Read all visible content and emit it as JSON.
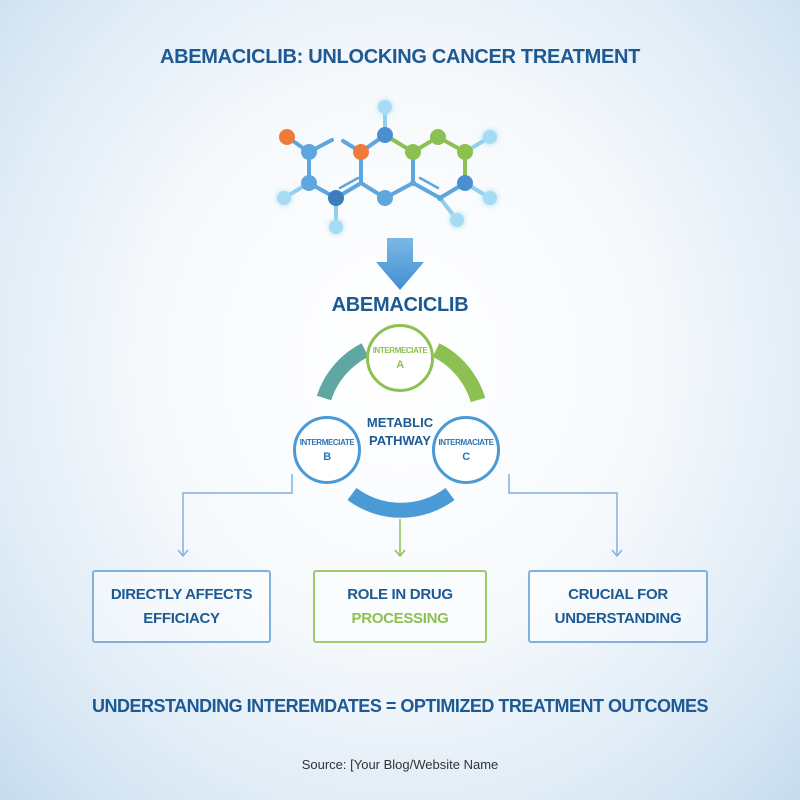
{
  "title": "ABEMACICLIB: UNLOCKING CANCER TREATMENT",
  "drug_label": "ABEMACICLIB",
  "pathway": {
    "center_line1": "METABLIC",
    "center_line2": "PATHWAY",
    "intermediates": [
      {
        "name": "INTERMECIATE",
        "letter": "A",
        "color": "#8cc152"
      },
      {
        "name": "INTERMECIATE",
        "letter": "B",
        "color": "#4a9ad6"
      },
      {
        "name": "INTERMACIATE",
        "letter": "C",
        "color": "#4a9ad6"
      }
    ]
  },
  "boxes": [
    {
      "line1": "DIRECTLY AFFECTS",
      "line2": "EFFICIACY"
    },
    {
      "line1": "ROLE IN DRUG",
      "line2": "PROCESSING"
    },
    {
      "line1": "CRUCIAL FOR",
      "line2": "UNDERSTANDING"
    }
  ],
  "conclusion": "UNDERSTANDING INTEREMDATES = OPTIMIZED TREATMENT OUTCOMES",
  "source": "Source: [Your Blog/Website Name",
  "colors": {
    "primary": "#1d5a93",
    "blue": "#4a9ad6",
    "green": "#8cc152",
    "orange": "#f07a3a",
    "light": "#8fd6f0"
  }
}
